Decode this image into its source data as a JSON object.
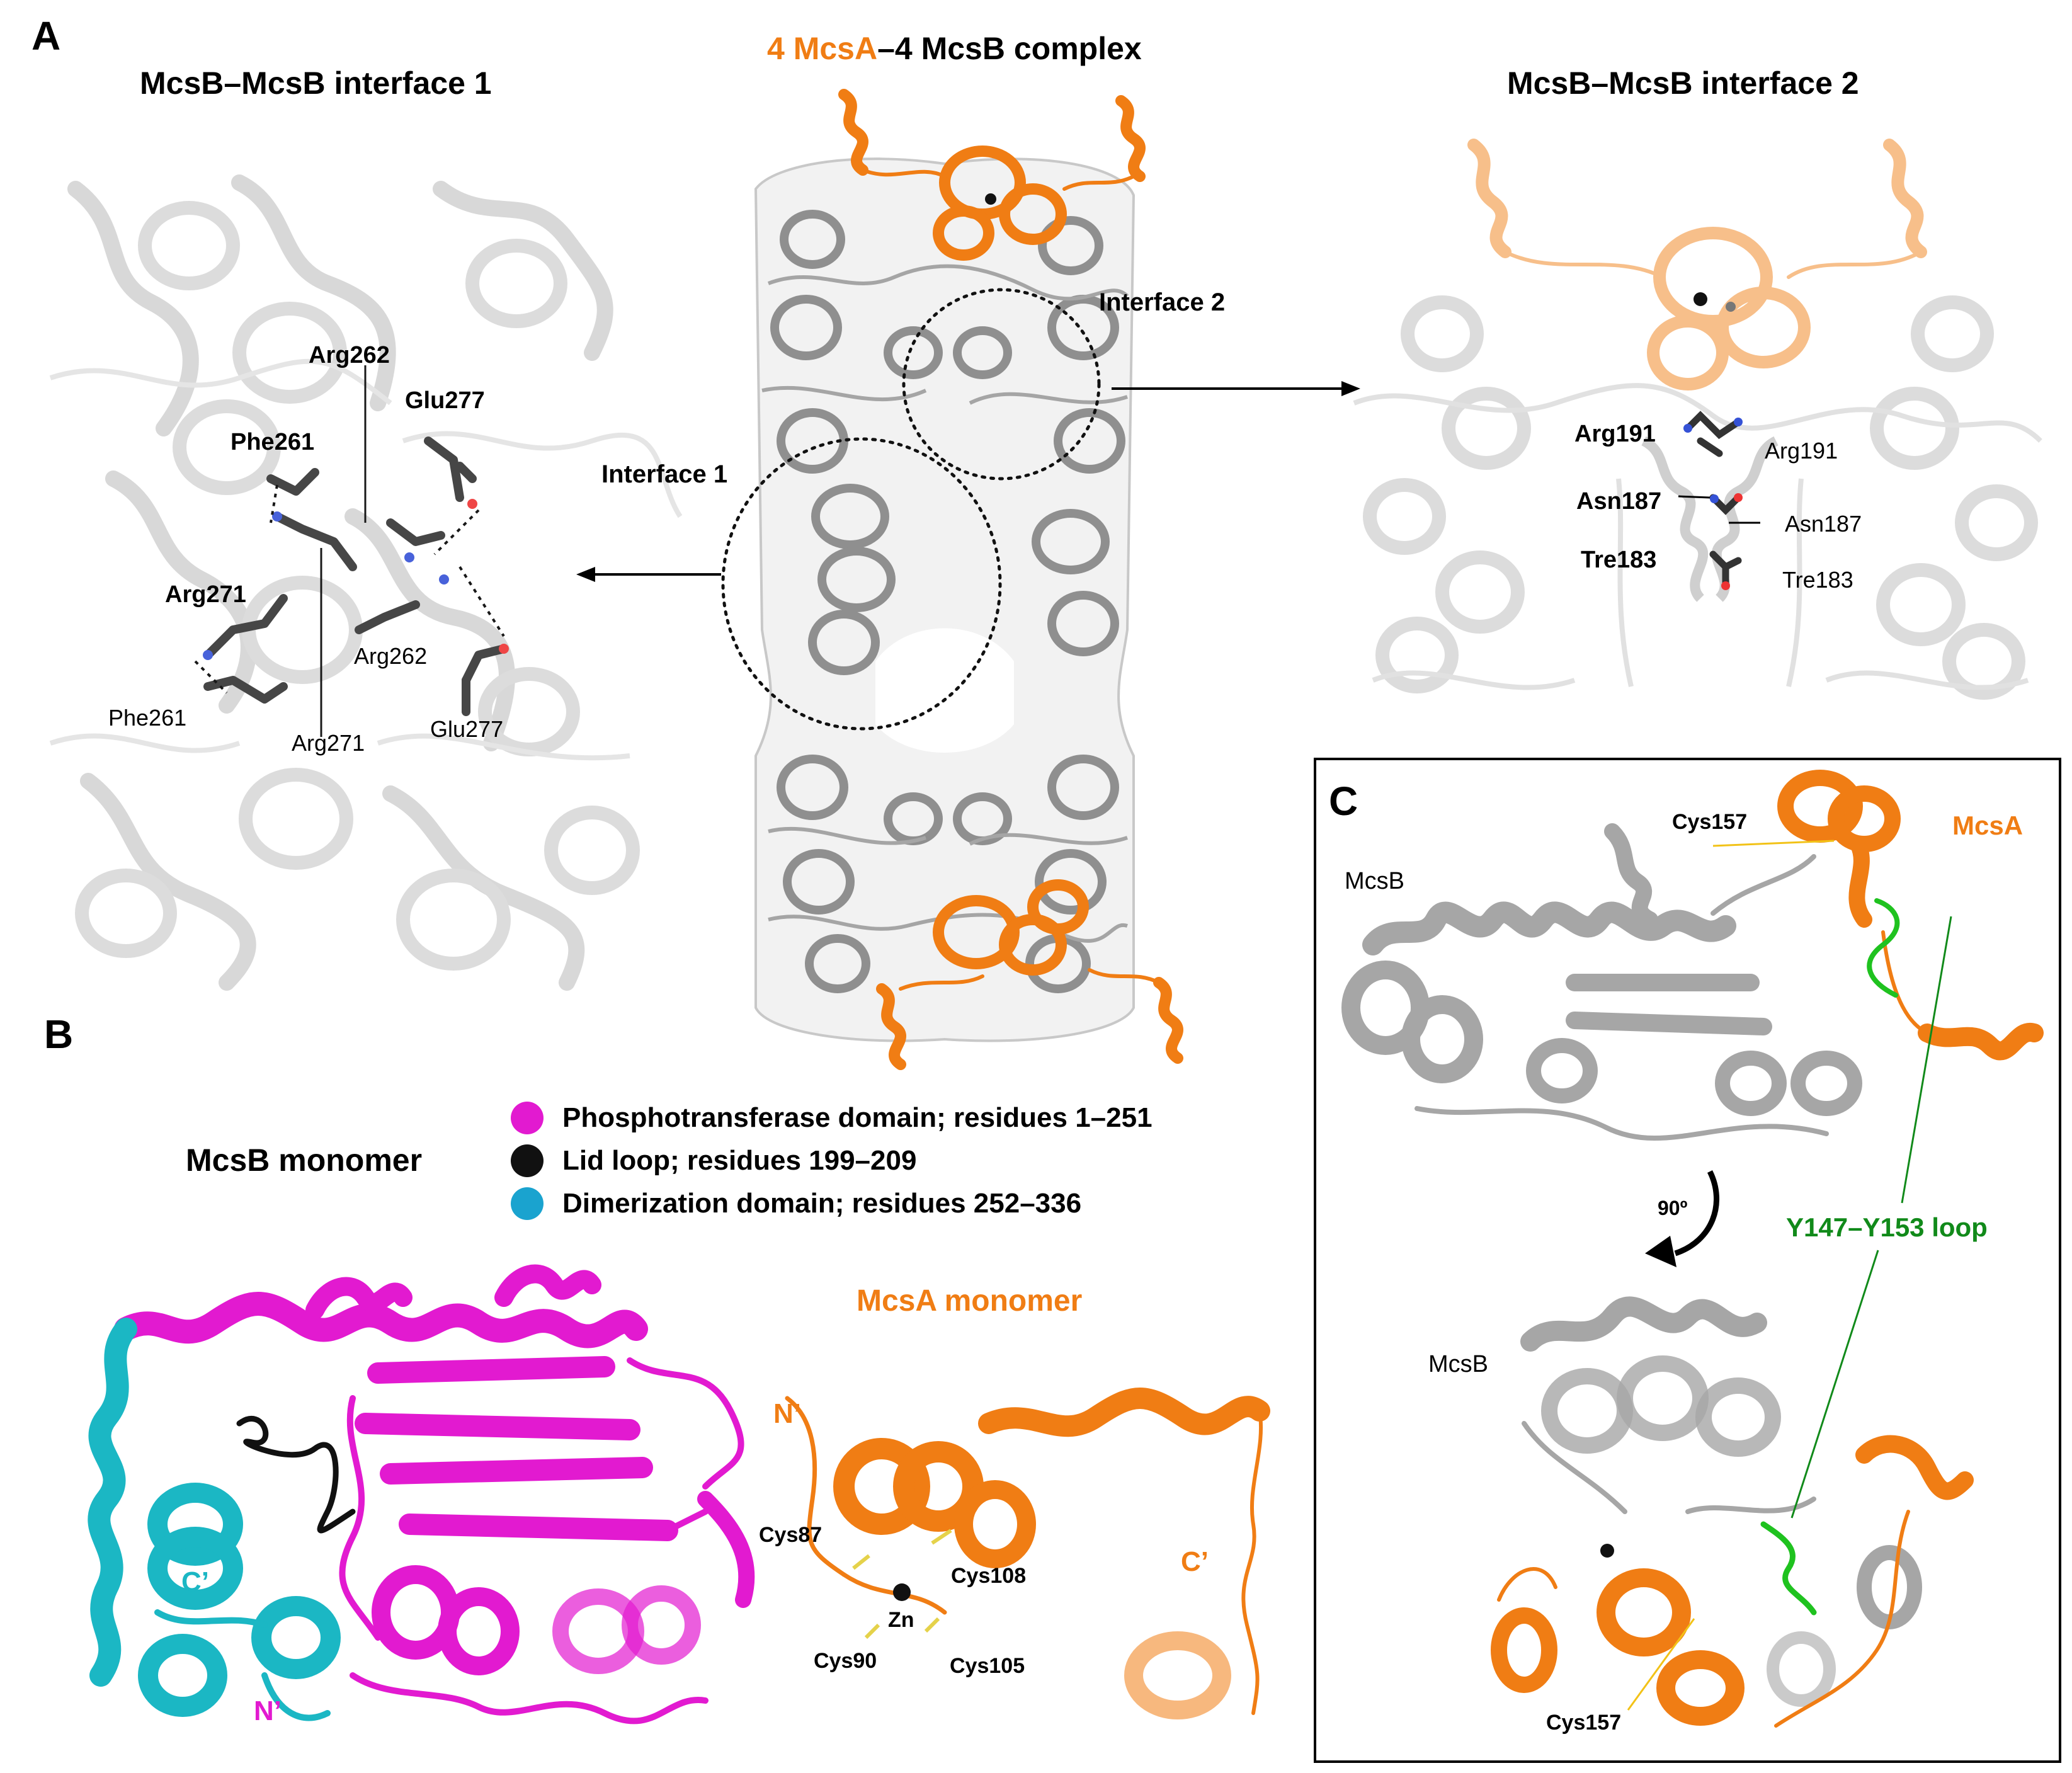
{
  "panel_labels": {
    "a": "A",
    "b": "B",
    "c": "C"
  },
  "panel_a": {
    "interface1_title": "McsB–McsB interface 1",
    "complex_title_part1": "4 McsA",
    "complex_title_part2": "–4 McsB complex",
    "interface2_title": "McsB–McsB interface 2",
    "interface1_label": "Interface 1",
    "interface2_label": "Interface 2",
    "interface1_residues": {
      "arg262_a": "Arg262",
      "glu277_a": "Glu277",
      "phe261_a": "Phe261",
      "arg271_a": "Arg271",
      "arg262_b": "Arg262",
      "phe261_b": "Phe261",
      "arg271_b": "Arg271",
      "glu277_b": "Glu277"
    },
    "interface2_residues": {
      "arg191_a": "Arg191",
      "arg191_b": "Arg191",
      "asn187_a": "Asn187",
      "asn187_b": "Asn187",
      "tre183_a": "Tre183",
      "tre183_b": "Tre183"
    }
  },
  "panel_b": {
    "mcsb_monomer_title": "McsB monomer",
    "legend": [
      {
        "label": "Phosphotransferase domain; residues 1–251",
        "color": "#e21ad0"
      },
      {
        "label": "Lid loop; residues 199–209",
        "color": "#111111"
      },
      {
        "label": "Dimerization domain; residues 252–336",
        "color": "#1aa3cf"
      }
    ],
    "mcsb_c_term": "C’",
    "mcsb_n_term": "N’",
    "mcsa_monomer_title": "McsA monomer",
    "mcsa_n_term": "N’",
    "mcsa_c_term": "C’",
    "mcsa_residues": {
      "cys87": "Cys87",
      "cys108": "Cys108",
      "zn": "Zn",
      "cys90": "Cys90",
      "cys105": "Cys105"
    }
  },
  "panel_c": {
    "cys157_top": "Cys157",
    "mcsa": "McsA",
    "mcsb_top": "McsB",
    "rotation": "90º",
    "loop": "Y147–Y153 loop",
    "mcsb_bottom": "McsB",
    "cys157_bottom": "Cys157"
  },
  "colors": {
    "mcsa_orange": "#f07d14",
    "mcsb_grey": "#9a9a9a",
    "phospho_magenta": "#e21ad0",
    "dimer_cyan": "#1bb7c4",
    "lid_black": "#111111",
    "loop_green": "#1fc21f"
  }
}
